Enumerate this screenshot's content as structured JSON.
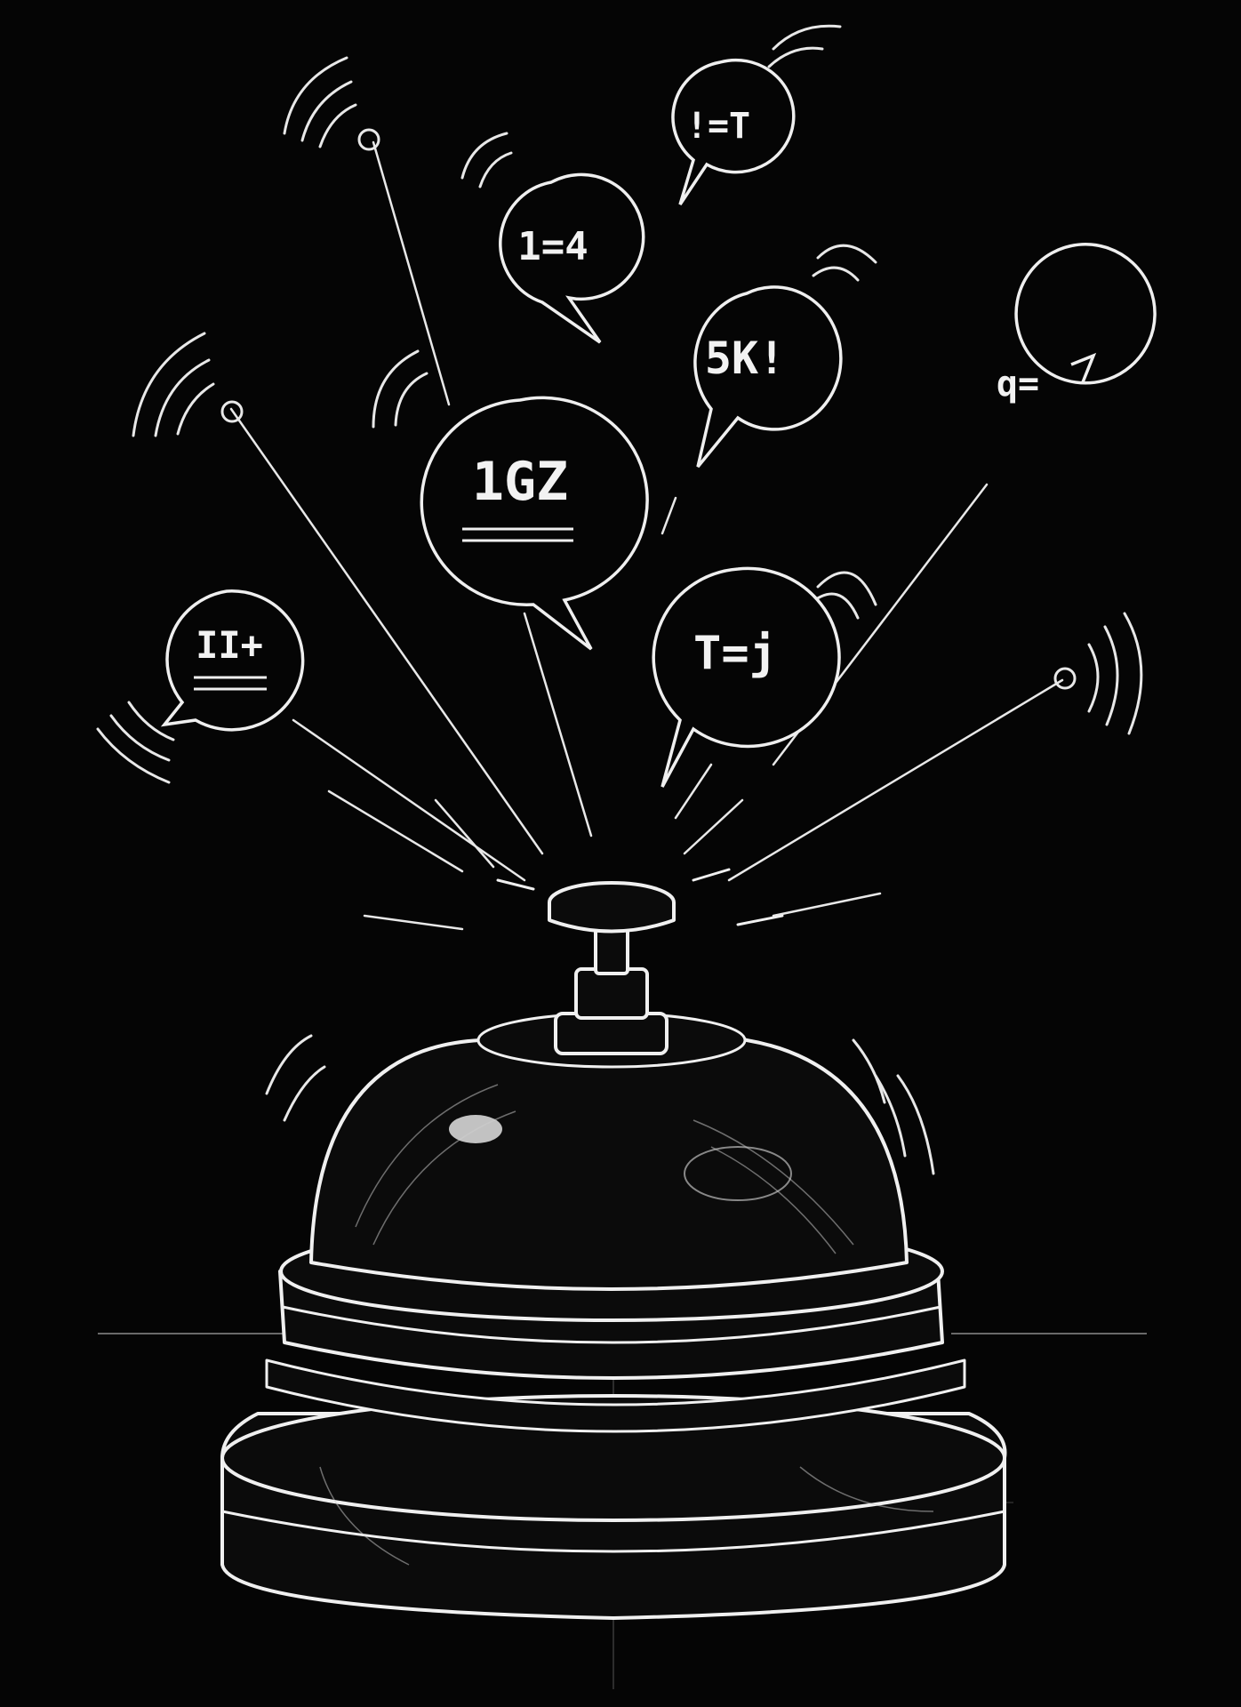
{
  "scene": {
    "background_color": "#050505",
    "chalk_color": "#f2f2f2",
    "subject": "service-bell-icon"
  },
  "bubbles": [
    {
      "id": "top-right-small",
      "text": "!=T"
    },
    {
      "id": "upper-middle",
      "text": "1=4"
    },
    {
      "id": "middle-right",
      "text": "5K!"
    },
    {
      "id": "far-right",
      "text": "q="
    },
    {
      "id": "center-large",
      "text": "1GZ"
    },
    {
      "id": "lower-center",
      "text": "T=j"
    },
    {
      "id": "left",
      "text": "II+"
    }
  ]
}
